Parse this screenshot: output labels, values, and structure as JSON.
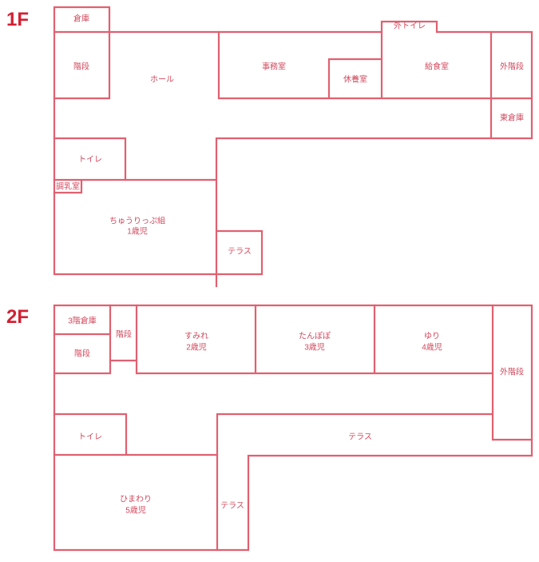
{
  "floors": {
    "f1": {
      "title": "1F",
      "rooms": {
        "storage": "倉庫",
        "stairs": "階段",
        "hall": "ホール",
        "office": "事務室",
        "outside_toilet": "外トイレ",
        "rest_room": "休養室",
        "kitchen": "給食室",
        "outside_stairs": "外階段",
        "east_storage": "東倉庫",
        "toilet": "トイレ",
        "nursing_room": "調乳室",
        "class_name": "ちゅうりっぷ組",
        "class_age": "1歳児",
        "terrace": "テラス"
      }
    },
    "f2": {
      "title": "2F",
      "rooms": {
        "storage3": "3階倉庫",
        "stairs_small": "階段",
        "stairs": "階段",
        "sumire_name": "すみれ",
        "sumire_age": "2歳児",
        "tanpopo_name": "たんぽぽ",
        "tanpopo_age": "3歳児",
        "yuri_name": "ゆり",
        "yuri_age": "4歳児",
        "outside_stairs": "外階段",
        "toilet": "トイレ",
        "terrace_wide": "テラス",
        "himawari_name": "ひまわり",
        "himawari_age": "5歳児",
        "terrace_narrow": "テラス"
      }
    }
  }
}
